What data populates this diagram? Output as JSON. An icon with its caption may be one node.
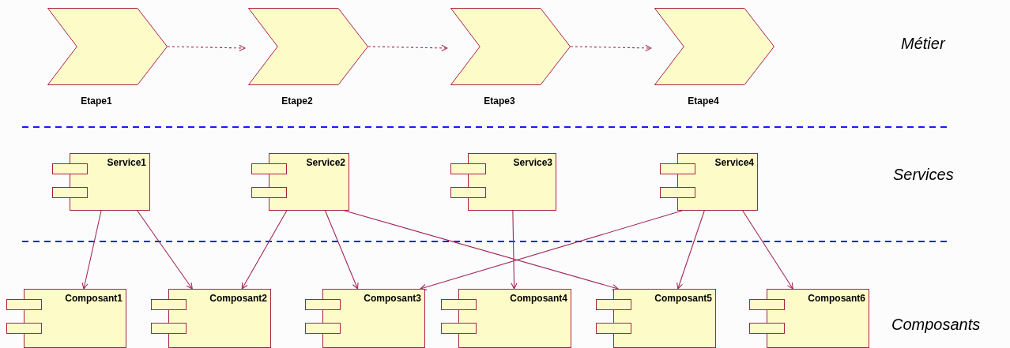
{
  "diagram": {
    "nodes": [
      {
        "text": [
          "Etape1"
        ]
      },
      {
        "text": [
          "Etape2"
        ]
      },
      {
        "text": [
          "Etape3"
        ]
      },
      {
        "text": [
          "Etape4"
        ]
      },
      {
        "text": [
          "Service1"
        ]
      },
      {
        "text": [
          "Service2"
        ]
      },
      {
        "text": [
          "Service3"
        ]
      },
      {
        "text": [
          "Service4"
        ]
      },
      {
        "text": [
          "Composant1"
        ]
      },
      {
        "text": [
          "Composant2"
        ]
      },
      {
        "text": [
          "Composant3"
        ]
      },
      {
        "text": [
          "Composant4"
        ]
      },
      {
        "text": [
          "Composant5"
        ]
      },
      {
        "text": [
          "Composant6"
        ]
      }
    ],
    "edges": [
      {
        "from": 0,
        "to": 1,
        "arrow": "to",
        "style": "dashed"
      },
      {
        "from": 1,
        "to": 2,
        "arrow": "to",
        "style": "dashed"
      },
      {
        "from": 2,
        "to": 3,
        "arrow": "to",
        "style": "dashed"
      },
      {
        "from": 4,
        "to": 8,
        "arrow": "to"
      },
      {
        "from": 4,
        "to": 9,
        "arrow": "to"
      },
      {
        "from": 5,
        "to": 9,
        "arrow": "to"
      },
      {
        "from": 5,
        "to": 10,
        "arrow": "to"
      },
      {
        "from": 5,
        "to": 12,
        "arrow": "to"
      },
      {
        "from": 6,
        "to": 11,
        "arrow": "to"
      },
      {
        "from": 7,
        "to": 10,
        "arrow": "to"
      },
      {
        "from": 7,
        "to": 12,
        "arrow": "to"
      },
      {
        "from": 7,
        "to": 13,
        "arrow": "to"
      }
    ],
    "labels": [
      "Métier",
      "Services",
      "Composants"
    ]
  }
}
